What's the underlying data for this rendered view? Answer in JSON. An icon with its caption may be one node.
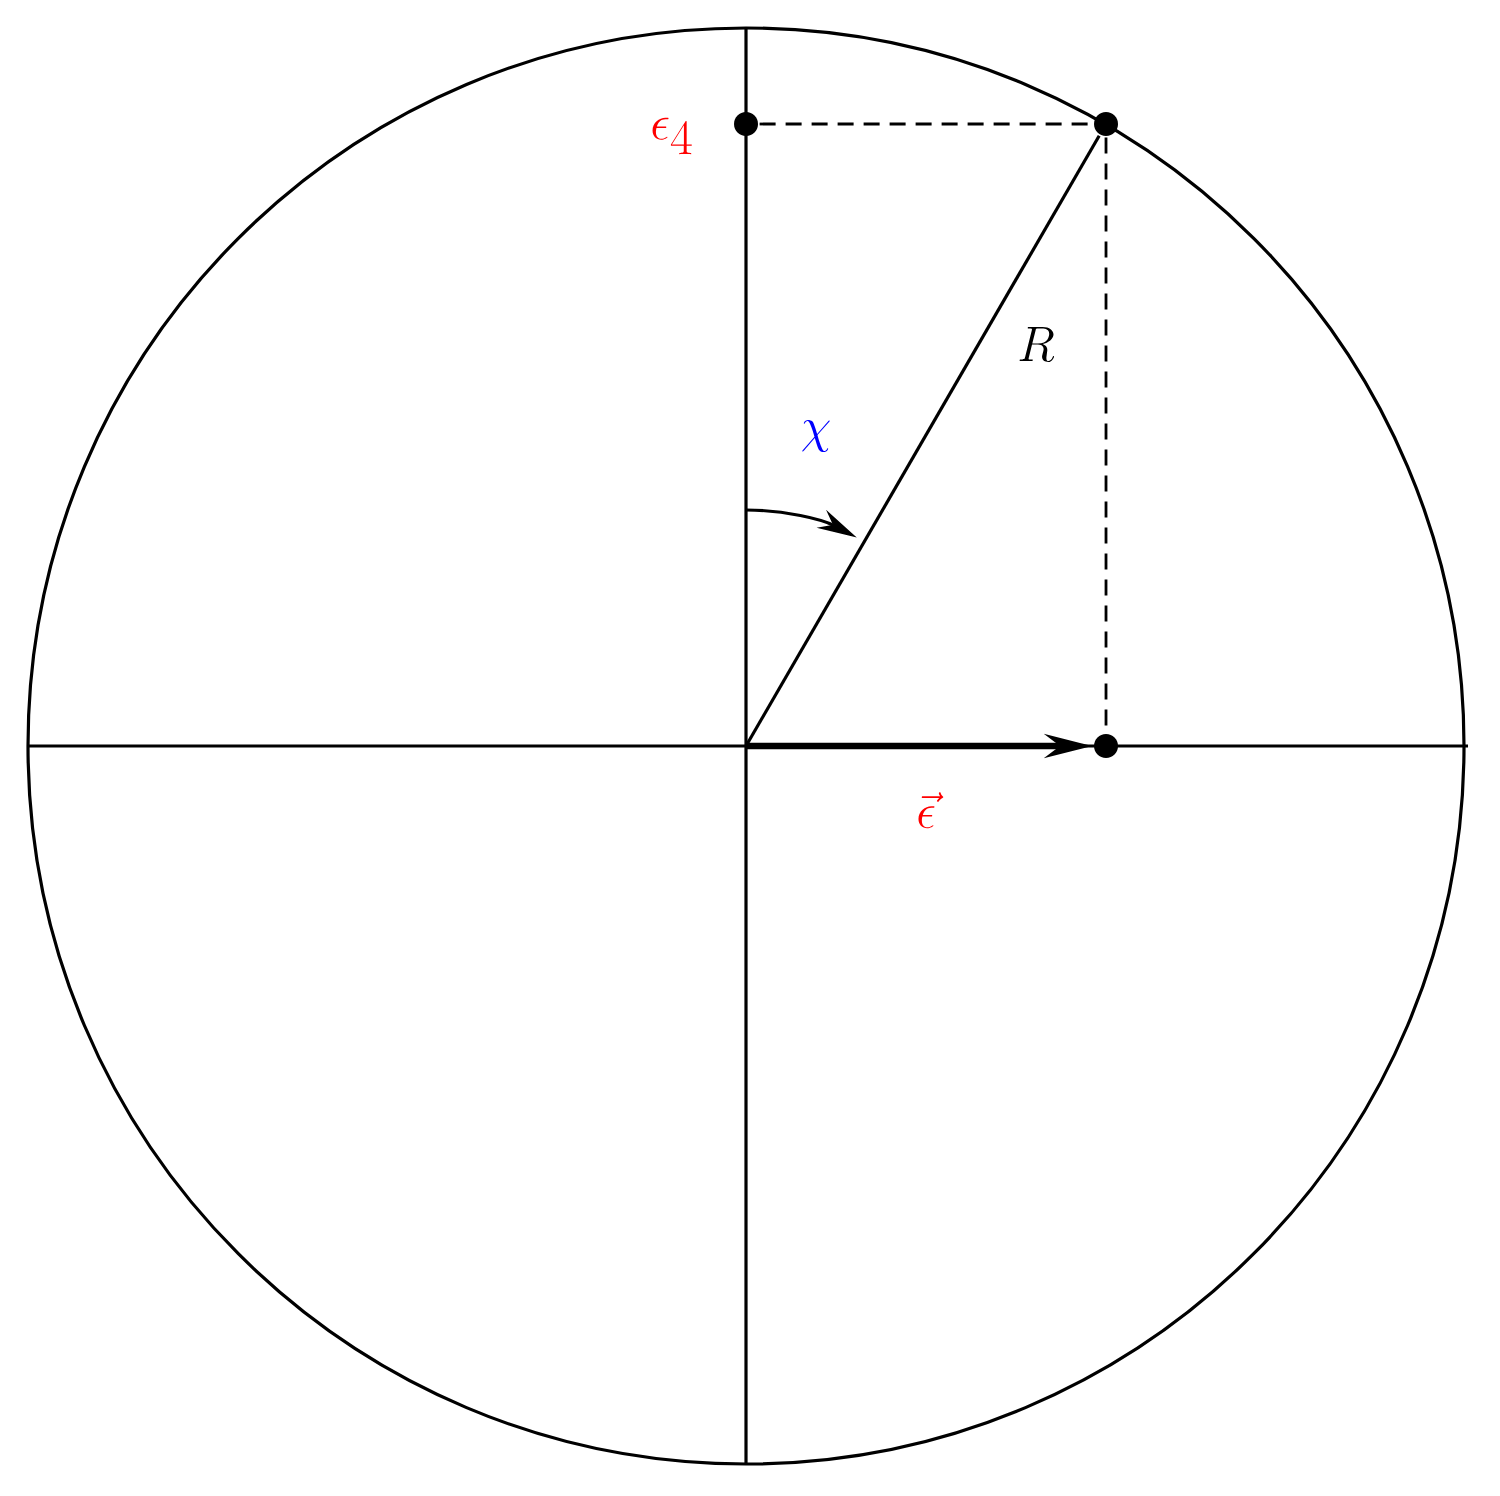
{
  "diagram": {
    "nodes": [
      {
        "text": [],
        "shape": "circle",
        "beside": [
          "\\epsilon_4"
        ]
      },
      {
        "text": [],
        "shape": "circle"
      },
      {
        "text": [],
        "shape": "circle"
      }
    ],
    "edges": [
      {
        "from": 0,
        "to": 1,
        "arrow": "none",
        "style": "dashed"
      },
      {
        "from": 1,
        "to": 2,
        "arrow": "none",
        "style": "dashed"
      },
      {
        "from": null,
        "to": 2,
        "arrow": "to",
        "style": "thick",
        "label": "\\vec{\\epsilon}"
      },
      {
        "from": null,
        "to": 1,
        "arrow": "none",
        "label": "R"
      }
    ],
    "labels": [
      "\\chi"
    ]
  }
}
